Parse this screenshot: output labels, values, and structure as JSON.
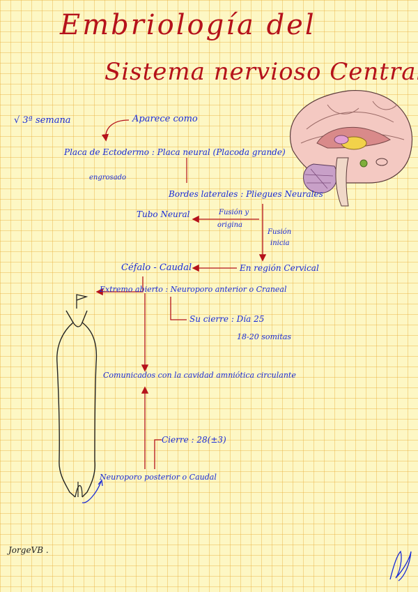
{
  "title": {
    "line1": "Embriología del",
    "line2": "Sistema nervioso Central."
  },
  "notes": {
    "week": "√ 3ª semana",
    "appears": "Aparece como",
    "plate": "Placa de Ectodermo : Placa neural (Placoda grande)",
    "thickened": "engrosado",
    "lateral_edges": "Bordes laterales : Pliegues Neurales",
    "neural_tube": "Tubo Neural",
    "fusion_origin": [
      "Fusión y",
      "origina"
    ],
    "fusion_starts": [
      "Fusión",
      "inicia"
    ],
    "cephalo_caudal": "Céfalo - Caudal",
    "cervical_region": "En región Cervical",
    "cranial_end": "Extremo abierto : Neuroporo anterior o Craneal",
    "closure_day": "Su cierre : Día 25",
    "somites": "18-20 somitas",
    "communicate": "Comunicados con la cavidad amniótica circulante",
    "closure_28": "Cierre : 28(±3)",
    "posterior_neuropore": "Neuroporo posterior o Caudal"
  },
  "author": "JorgeVB ."
}
